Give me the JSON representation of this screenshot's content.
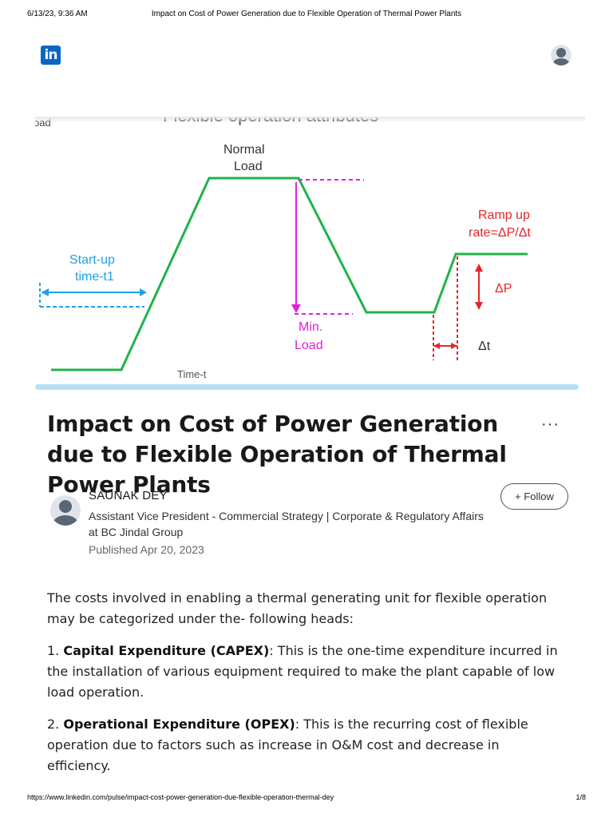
{
  "print_header": {
    "date": "6/13/23, 9:36 AM",
    "title": "Impact on Cost of Power Generation due to Flexible Operation of Thermal Power Plants"
  },
  "nav": {
    "logo_text": "in"
  },
  "figure": {
    "caption_cut": "Flexible operation attributes",
    "load_axis_cut": "oad",
    "normal_load": [
      "Normal",
      "Load"
    ],
    "startup": [
      "Start-up",
      "time-t1"
    ],
    "min_load": [
      "Min.",
      "Load"
    ],
    "ramp": [
      "Ramp up",
      "rate=ΔP/Δt"
    ],
    "delta_p": "ΔP",
    "delta_t": "Δt",
    "time_label": "Time-t",
    "colors": {
      "curve": "#1fb34b",
      "magenta": "#e020e0",
      "red": "#e4262a",
      "blue": "#1ea0e6"
    }
  },
  "article": {
    "title": "Impact on Cost of Power Generation due to Flexible Operation of Thermal Power Plants",
    "more_label": "···"
  },
  "author": {
    "name": "SAUNAK DEY",
    "headline": "Assistant Vice President - Commercial Strategy | Corporate & Regulatory Affairs at BC Jindal Group",
    "published": "Published Apr 20, 2023",
    "follow_label": "+ Follow"
  },
  "body": {
    "intro": "The costs involved in enabling a thermal generating unit for flexible operation may be categorized under the- following heads:",
    "item1_num": "1. ",
    "item1_term": "Capital Expenditure (CAPEX)",
    "item1_text": ": This is the one-time expenditure incurred in the installation of various equipment required to make the plant capable of low load operation.",
    "item2_num": "2. ",
    "item2_term": "Operational Expenditure (OPEX)",
    "item2_text": ": This is the recurring cost of flexible operation due to factors such as increase in O&M cost and decrease in efficiency."
  },
  "print_footer": {
    "url": "https://www.linkedin.com/pulse/impact-cost-power-generation-due-flexible-operation-thermal-dey",
    "page": "1/8"
  }
}
